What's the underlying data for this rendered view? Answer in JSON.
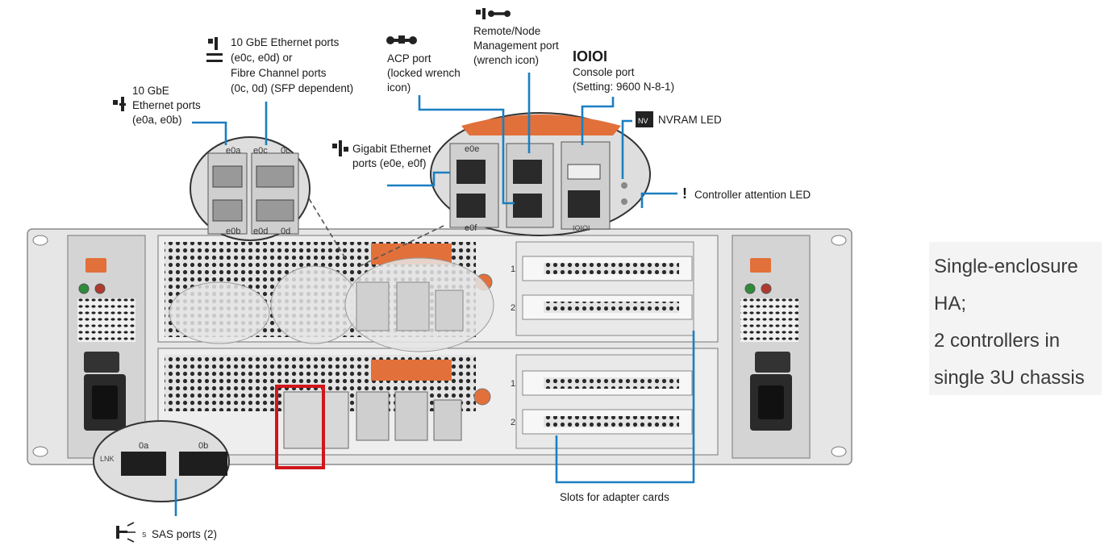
{
  "callouts": {
    "eth10g_0": {
      "lines": [
        "10 GbE",
        "Ethernet ports",
        "(e0a, e0b)"
      ]
    },
    "eth10g_fc": {
      "lines": [
        "10 GbE Ethernet ports",
        "(e0c, e0d) or",
        "Fibre Channel ports",
        "(0c, 0d) (SFP dependent)"
      ]
    },
    "acp": {
      "lines": [
        "ACP port",
        "(locked wrench",
        "icon)"
      ]
    },
    "mgmt": {
      "lines": [
        "Remote/Node",
        "Management port",
        "(wrench icon)"
      ]
    },
    "console": {
      "icon_text": "IOIOI",
      "lines": [
        "Console port",
        "(Setting: 9600 N-8-1)"
      ]
    },
    "nvram": {
      "text": "NVRAM LED",
      "chip_text": "NV"
    },
    "attention": {
      "mark": "!",
      "text": "Controller attention LED"
    },
    "gigabit": {
      "lines": [
        "Gigabit Ethernet",
        "ports (e0e, e0f)"
      ]
    },
    "slots": {
      "text": "Slots for adapter cards"
    },
    "sas": {
      "text": "SAS ports (2)"
    }
  },
  "port_labels": {
    "e0a": "e0a",
    "e0b": "e0b",
    "e0c": "e0c",
    "e0d": "e0d",
    "p0c": "0c",
    "p0d": "0d",
    "e0e": "e0e",
    "e0f": "e0f",
    "ioioi": "IOIOI",
    "sas_0a": "0a",
    "sas_0b": "0b",
    "link": "LNK",
    "slot1": "1",
    "slot2": "2"
  },
  "sidebar": {
    "lines": [
      "Single-enclosure",
      "HA;",
      "2 controllers in",
      "single 3U chassis"
    ]
  },
  "colors": {
    "leader": "#1a7fc1",
    "highlight": "#d0161b",
    "orange": "#e2703a",
    "chassis": "#dcdcdc"
  }
}
